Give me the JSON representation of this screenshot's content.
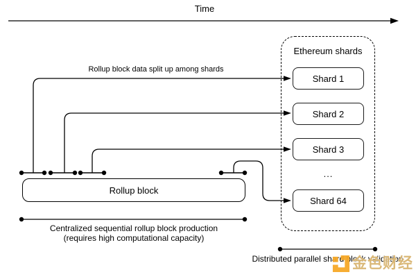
{
  "timeline": {
    "label": "Time"
  },
  "rollup": {
    "block_label": "Rollup block",
    "split_label": "Rollup block data split up among shards",
    "caption_line1": "Centralized sequential rollup block production",
    "caption_line2": "(requires high computational capacity)"
  },
  "shards_panel": {
    "title": "Ethereum shards",
    "shards": [
      "Shard 1",
      "Shard 2",
      "Shard 3"
    ],
    "ellipsis": "...",
    "last_shard": "Shard 64",
    "caption": "Distributed parallel shard block validation"
  },
  "watermark": {
    "brand_text": "金色财经",
    "logo_color": "#F7A928",
    "text_color": "#CDA04B"
  },
  "colors": {
    "line": "#000000",
    "box_fill": "#ffffff",
    "box_border": "#000000",
    "background": "#ffffff"
  }
}
